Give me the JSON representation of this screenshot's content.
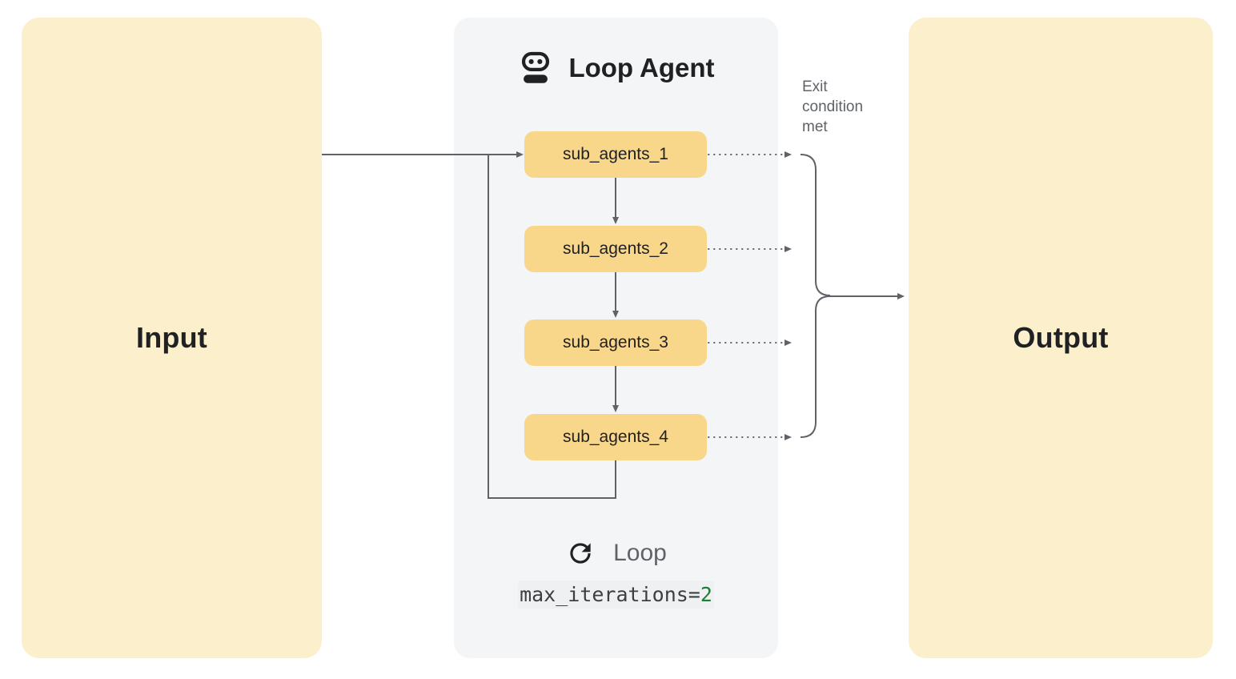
{
  "colors": {
    "io_fill": "#FBF0CB",
    "subagent_fill": "#F9D78A",
    "panel_fill": "#F4F5F6",
    "arrow": "#5F6368",
    "text_dark": "#202124",
    "text_muted": "#5F6368",
    "code_green": "#188038"
  },
  "input": {
    "label": "Input"
  },
  "output": {
    "label": "Output"
  },
  "loop_agent": {
    "title": "Loop Agent",
    "header_icon": "robot-icon",
    "sub_agents": [
      {
        "label": "sub_agents_1"
      },
      {
        "label": "sub_agents_2"
      },
      {
        "label": "sub_agents_3"
      },
      {
        "label": "sub_agents_4"
      }
    ],
    "footer": {
      "loop_icon": "loop-icon",
      "loop_label": "Loop",
      "code_text": "max_iterations=",
      "code_value": "2"
    }
  },
  "annotations": {
    "exit_condition": "Exit condition met"
  }
}
